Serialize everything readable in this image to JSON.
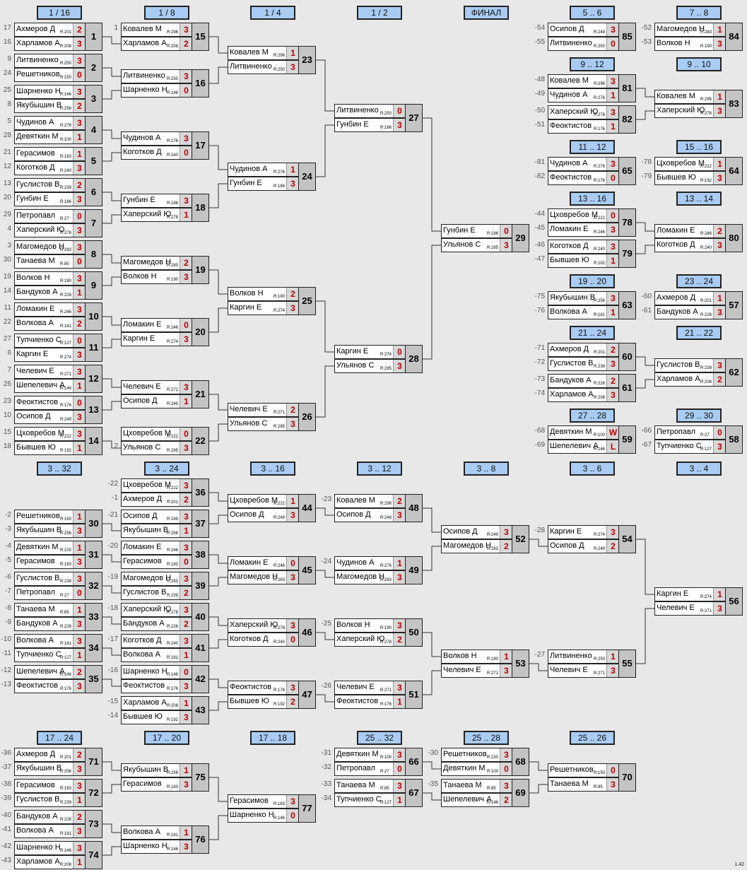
{
  "headers": [
    {
      "label": "1 / 16"
    },
    {
      "label": "1 / 8"
    },
    {
      "label": "1 / 4"
    },
    {
      "label": "1 / 2"
    },
    {
      "label": "ФИНАЛ"
    },
    {
      "label": "5 .. 6"
    },
    {
      "label": "7 .. 8"
    },
    {
      "label": "9 .. 12"
    },
    {
      "label": "9 .. 10"
    },
    {
      "label": "11 .. 12"
    },
    {
      "label": "15 .. 16"
    },
    {
      "label": "13 .. 16"
    },
    {
      "label": "13 .. 14"
    },
    {
      "label": "19 .. 20"
    },
    {
      "label": "23 .. 24"
    },
    {
      "label": "21 .. 24"
    },
    {
      "label": "21 .. 22"
    },
    {
      "label": "27 .. 28"
    },
    {
      "label": "29 .. 30"
    },
    {
      "label": "3 .. 32"
    },
    {
      "label": "3 .. 24"
    },
    {
      "label": "3 .. 16"
    },
    {
      "label": "3 .. 12"
    },
    {
      "label": "3 .. 8"
    },
    {
      "label": "3 .. 6"
    },
    {
      "label": "3 .. 4"
    },
    {
      "label": "17 .. 24"
    },
    {
      "label": "17 .. 20"
    },
    {
      "label": "17 .. 18"
    },
    {
      "label": "25 .. 32"
    },
    {
      "label": "25 .. 28"
    },
    {
      "label": "25 .. 26"
    }
  ],
  "matches": [
    {
      "num": "1",
      "p1": "Ахмеров Д",
      "r1": "R:201",
      "s1": "2",
      "p2": "Харламов А",
      "r2": "R:208",
      "s2": "3",
      "ref1": "17",
      "ref2": "16"
    },
    {
      "num": "2",
      "p1": "Литвиненко",
      "r1": "R:250",
      "s1": "3",
      "p2": "Решетников",
      "r2": "R:150",
      "s2": "0",
      "ref1": "9",
      "ref2": "24"
    },
    {
      "num": "3",
      "p1": "Шарненко Н",
      "r1": "R:146",
      "s1": "3",
      "p2": "Якубышин В",
      "r2": "R:256",
      "s2": "2",
      "ref1": "25",
      "ref2": "8"
    },
    {
      "num": "4",
      "p1": "Чудинов А",
      "r1": "R:276",
      "s1": "3",
      "p2": "Девяткин М",
      "r2": "R:100",
      "s2": "1",
      "ref1": "5",
      "ref2": "28"
    },
    {
      "num": "5",
      "p1": "Герасимов",
      "r1": "R:183",
      "s1": "1",
      "p2": "Коготков Д",
      "r2": "R:240",
      "s2": "3",
      "ref1": "21",
      "ref2": "12"
    },
    {
      "num": "6",
      "p1": "Гуслистов В",
      "r1": "R:239",
      "s1": "2",
      "p2": "Гунбин Е",
      "r2": "R:186",
      "s2": "3",
      "ref1": "13",
      "ref2": "20"
    },
    {
      "num": "7",
      "p1": "Петропавл",
      "r1": "R:27",
      "s1": "0",
      "p2": "Хаперский Ю",
      "r2": "R:278",
      "s2": "3",
      "ref1": "29",
      "ref2": "4"
    },
    {
      "num": "8",
      "p1": "Магомедов Н",
      "r1": "R:283",
      "s1": "3",
      "p2": "Танаева М",
      "r2": "R:85",
      "s2": "0",
      "ref1": "3",
      "ref2": "30"
    },
    {
      "num": "9",
      "p1": "Волков Н",
      "r1": "R:190",
      "s1": "3",
      "p2": "Бандуков А",
      "r2": "R:226",
      "s2": "1",
      "ref1": "19",
      "ref2": "14"
    },
    {
      "num": "10",
      "p1": "Ломакин Е",
      "r1": "R:246",
      "s1": "3",
      "p2": "Волкова А",
      "r2": "R:181",
      "s2": "2",
      "ref1": "11",
      "ref2": "22"
    },
    {
      "num": "11",
      "p1": "Тупчиенко С",
      "r1": "R:127",
      "s1": "0",
      "p2": "Каргин Е",
      "r2": "R:274",
      "s2": "3",
      "ref1": "27",
      "ref2": "6"
    },
    {
      "num": "12",
      "p1": "Челевич Е",
      "r1": "R:271",
      "s1": "3",
      "p2": "Шепелевич А",
      "r2": "R:146",
      "s2": "1",
      "ref1": "7",
      "ref2": "26"
    },
    {
      "num": "13",
      "p1": "Феоктистов",
      "r1": "R:176",
      "s1": "0",
      "p2": "Осипов Д",
      "r2": "R:249",
      "s2": "3",
      "ref1": "23",
      "ref2": "10"
    },
    {
      "num": "14",
      "p1": "Цховребов М",
      "r1": "R:222",
      "s1": "3",
      "p2": "Бывшев Ю",
      "r2": "R:192",
      "s2": "1",
      "ref1": "15",
      "ref2": "18"
    },
    {
      "num": "15",
      "p1": "Ковалев М",
      "r1": "R:296",
      "s1": "3",
      "p2": "Харламов А",
      "r2": "R:208",
      "s2": "2",
      "ref1": "1",
      "ref2": ""
    },
    {
      "num": "16",
      "p1": "Литвиненко",
      "r1": "R:250",
      "s1": "3",
      "p2": "Шарненко Н",
      "r2": "R:146",
      "s2": "0",
      "ref1": "",
      "ref2": ""
    },
    {
      "num": "17",
      "p1": "Чудинов А",
      "r1": "R:276",
      "s1": "3",
      "p2": "Коготков Д",
      "r2": "R:240",
      "s2": "0",
      "ref1": "",
      "ref2": ""
    },
    {
      "num": "18",
      "p1": "Гунбин Е",
      "r1": "R:186",
      "s1": "3",
      "p2": "Хаперский Ю",
      "r2": "R:278",
      "s2": "1",
      "ref1": "",
      "ref2": ""
    },
    {
      "num": "19",
      "p1": "Магомедов Н",
      "r1": "R:283",
      "s1": "2",
      "p2": "Волков Н",
      "r2": "R:190",
      "s2": "3",
      "ref1": "",
      "ref2": ""
    },
    {
      "num": "20",
      "p1": "Ломакин Е",
      "r1": "R:246",
      "s1": "0",
      "p2": "Каргин Е",
      "r2": "R:274",
      "s2": "3",
      "ref1": "",
      "ref2": ""
    },
    {
      "num": "21",
      "p1": "Челевич Е",
      "r1": "R:271",
      "s1": "3",
      "p2": "Осипов Д",
      "r2": "R:249",
      "s2": "1",
      "ref1": "",
      "ref2": ""
    },
    {
      "num": "22",
      "p1": "Цховребов М",
      "r1": "R:222",
      "s1": "0",
      "p2": "Ульянов С",
      "r2": "R:285",
      "s2": "3",
      "ref1": "",
      "ref2": "2"
    },
    {
      "num": "23",
      "p1": "Ковалев М",
      "r1": "R:296",
      "s1": "1",
      "p2": "Литвиненко",
      "r2": "R:250",
      "s2": "3",
      "ref1": "",
      "ref2": ""
    },
    {
      "num": "24",
      "p1": "Чудинов А",
      "r1": "R:276",
      "s1": "1",
      "p2": "Гунбин Е",
      "r2": "R:186",
      "s2": "3",
      "ref1": "",
      "ref2": ""
    },
    {
      "num": "25",
      "p1": "Волков Н",
      "r1": "R:190",
      "s1": "2",
      "p2": "Каргин Е",
      "r2": "R:274",
      "s2": "3",
      "ref1": "",
      "ref2": ""
    },
    {
      "num": "26",
      "p1": "Челевич Е",
      "r1": "R:271",
      "s1": "2",
      "p2": "Ульянов С",
      "r2": "R:285",
      "s2": "3",
      "ref1": "",
      "ref2": ""
    },
    {
      "num": "27",
      "p1": "Литвиненко",
      "r1": "R:250",
      "s1": "0",
      "p2": "Гунбин Е",
      "r2": "R:186",
      "s2": "3",
      "ref1": "",
      "ref2": ""
    },
    {
      "num": "28",
      "p1": "Каргин Е",
      "r1": "R:274",
      "s1": "0",
      "p2": "Ульянов С",
      "r2": "R:285",
      "s2": "3",
      "ref1": "",
      "ref2": ""
    },
    {
      "num": "29",
      "p1": "Гунбин Е",
      "r1": "R:186",
      "s1": "0",
      "p2": "Ульянов С",
      "r2": "R:285",
      "s2": "3",
      "ref1": "",
      "ref2": ""
    },
    {
      "num": "85",
      "p1": "Осипов Д",
      "r1": "R:249",
      "s1": "3",
      "p2": "Литвиненко",
      "r2": "R:250",
      "s2": "0",
      "ref1": "-54",
      "ref2": "-55"
    },
    {
      "num": "84",
      "p1": "Магомедов Н",
      "r1": "R:283",
      "s1": "1",
      "p2": "Волков Н",
      "r2": "R:190",
      "s2": "3",
      "ref1": "-52",
      "ref2": "-53"
    },
    {
      "num": "81",
      "p1": "Ковалев М",
      "r1": "R:296",
      "s1": "3",
      "p2": "Чудинов А",
      "r2": "R:276",
      "s2": "1",
      "ref1": "-48",
      "ref2": "-49"
    },
    {
      "num": "82",
      "p1": "Хаперский Ю",
      "r1": "R:278",
      "s1": "3",
      "p2": "Феоктистов",
      "r2": "R:176",
      "s2": "1",
      "ref1": "-50",
      "ref2": "-51"
    },
    {
      "num": "83",
      "p1": "Ковалев М",
      "r1": "R:296",
      "s1": "1",
      "p2": "Хаперский Ю",
      "r2": "R:278",
      "s2": "3",
      "ref1": "",
      "ref2": ""
    },
    {
      "num": "65",
      "p1": "Чудинов А",
      "r1": "R:276",
      "s1": "3",
      "p2": "Феоктистов",
      "r2": "R:176",
      "s2": "0",
      "ref1": "-81",
      "ref2": "-82"
    },
    {
      "num": "64",
      "p1": "Цховребов М",
      "r1": "R:222",
      "s1": "1",
      "p2": "Бывшев Ю",
      "r2": "R:192",
      "s2": "3",
      "ref1": "-78",
      "ref2": "-79"
    },
    {
      "num": "78",
      "p1": "Цховребов М",
      "r1": "R:222",
      "s1": "0",
      "p2": "Ломакин Е",
      "r2": "R:246",
      "s2": "3",
      "ref1": "-44",
      "ref2": "-45"
    },
    {
      "num": "79",
      "p1": "Коготков Д",
      "r1": "R:240",
      "s1": "3",
      "p2": "Бывшев Ю",
      "r2": "R:192",
      "s2": "1",
      "ref1": "-46",
      "ref2": "-47"
    },
    {
      "num": "80",
      "p1": "Ломакин Е",
      "r1": "R:246",
      "s1": "2",
      "p2": "Коготков Д",
      "r2": "R:240",
      "s2": "3",
      "ref1": "",
      "ref2": ""
    },
    {
      "num": "63",
      "p1": "Якубышин В",
      "r1": "R:256",
      "s1": "3",
      "p2": "Волкова А",
      "r2": "R:181",
      "s2": "1",
      "ref1": "-75",
      "ref2": "-76"
    },
    {
      "num": "57",
      "p1": "Ахмеров Д",
      "r1": "R:201",
      "s1": "1",
      "p2": "Бандуков А",
      "r2": "R:226",
      "s2": "3",
      "ref1": "-60",
      "ref2": "-61"
    },
    {
      "num": "60",
      "p1": "Ахмеров Д",
      "r1": "R:201",
      "s1": "2",
      "p2": "Гуслистов В",
      "r2": "R:239",
      "s2": "3",
      "ref1": "-71",
      "ref2": "-72"
    },
    {
      "num": "61",
      "p1": "Бандуков А",
      "r1": "R:226",
      "s1": "2",
      "p2": "Харламов А",
      "r2": "R:208",
      "s2": "3",
      "ref1": "-73",
      "ref2": "-74"
    },
    {
      "num": "62",
      "p1": "Гуслистов В",
      "r1": "R:239",
      "s1": "3",
      "p2": "Харламов А",
      "r2": "R:208",
      "s2": "2",
      "ref1": "",
      "ref2": ""
    },
    {
      "num": "59",
      "p1": "Девяткин М",
      "r1": "R:100",
      "s1": "W",
      "p2": "Шепелевич А",
      "r2": "R:146",
      "s2": "L",
      "ref1": "-68",
      "ref2": "-69"
    },
    {
      "num": "58",
      "p1": "Петропавл",
      "r1": "R:27",
      "s1": "0",
      "p2": "Тупчиенко С",
      "r2": "R:127",
      "s2": "3",
      "ref1": "-66",
      "ref2": "-67"
    },
    {
      "num": "30",
      "p1": "Решетников",
      "r1": "R:150",
      "s1": "1",
      "p2": "Якубышин В",
      "r2": "R:256",
      "s2": "3",
      "ref1": "-2",
      "ref2": "-3"
    },
    {
      "num": "31",
      "p1": "Девяткин М",
      "r1": "R:100",
      "s1": "1",
      "p2": "Герасимов",
      "r2": "R:183",
      "s2": "3",
      "ref1": "-4",
      "ref2": "-5"
    },
    {
      "num": "32",
      "p1": "Гуслистов В",
      "r1": "R:239",
      "s1": "3",
      "p2": "Петропавл",
      "r2": "R:27",
      "s2": "0",
      "ref1": "-6",
      "ref2": "-7"
    },
    {
      "num": "33",
      "p1": "Танаева М",
      "r1": "R:85",
      "s1": "1",
      "p2": "Бандуков А",
      "r2": "R:226",
      "s2": "3",
      "ref1": "-8",
      "ref2": "-9"
    },
    {
      "num": "34",
      "p1": "Волкова А",
      "r1": "R:181",
      "s1": "3",
      "p2": "Тупчиенко С",
      "r2": "R:127",
      "s2": "1",
      "ref1": "-10",
      "ref2": "-11"
    },
    {
      "num": "35",
      "p1": "Шепелевич А",
      "r1": "R:146",
      "s1": "2",
      "p2": "Феоктистов",
      "r2": "R:176",
      "s2": "3",
      "ref1": "-12",
      "ref2": "-13"
    },
    {
      "num": "36",
      "p1": "Цховребов М",
      "r1": "R:222",
      "s1": "3",
      "p2": "Ахмеров Д",
      "r2": "R:201",
      "s2": "2",
      "ref1": "-22",
      "ref2": "-1"
    },
    {
      "num": "37",
      "p1": "Осипов Д",
      "r1": "R:249",
      "s1": "3",
      "p2": "Якубышин В",
      "r2": "R:256",
      "s2": "1",
      "ref1": "-21",
      "ref2": ""
    },
    {
      "num": "38",
      "p1": "Ломакин Е",
      "r1": "R:246",
      "s1": "3",
      "p2": "Герасимов",
      "r2": "R:183",
      "s2": "0",
      "ref1": "-20",
      "ref2": ""
    },
    {
      "num": "39",
      "p1": "Магомедов Н",
      "r1": "R:283",
      "s1": "3",
      "p2": "Гуслистов В",
      "r2": "R:239",
      "s2": "2",
      "ref1": "-19",
      "ref2": ""
    },
    {
      "num": "40",
      "p1": "Хаперский Ю",
      "r1": "R:278",
      "s1": "3",
      "p2": "Бандуков А",
      "r2": "R:226",
      "s2": "2",
      "ref1": "-18",
      "ref2": ""
    },
    {
      "num": "41",
      "p1": "Коготков Д",
      "r1": "R:240",
      "s1": "3",
      "p2": "Волкова А",
      "r2": "R:181",
      "s2": "1",
      "ref1": "-17",
      "ref2": ""
    },
    {
      "num": "42",
      "p1": "Шарненко Н",
      "r1": "R:146",
      "s1": "0",
      "p2": "Феоктистов",
      "r2": "R:176",
      "s2": "3",
      "ref1": "-16",
      "ref2": ""
    },
    {
      "num": "43",
      "p1": "Харламов А",
      "r1": "R:208",
      "s1": "1",
      "p2": "Бывшев Ю",
      "r2": "R:192",
      "s2": "3",
      "ref1": "-15",
      "ref2": "-14"
    },
    {
      "num": "44",
      "p1": "Цховребов М",
      "r1": "R:222",
      "s1": "1",
      "p2": "Осипов Д",
      "r2": "R:249",
      "s2": "3",
      "ref1": "",
      "ref2": ""
    },
    {
      "num": "45",
      "p1": "Ломакин Е",
      "r1": "R:246",
      "s1": "0",
      "p2": "Магомедов Н",
      "r2": "R:283",
      "s2": "3",
      "ref1": "",
      "ref2": ""
    },
    {
      "num": "46",
      "p1": "Хаперский Ю",
      "r1": "R:278",
      "s1": "3",
      "p2": "Коготков Д",
      "r2": "R:240",
      "s2": "0",
      "ref1": "",
      "ref2": ""
    },
    {
      "num": "47",
      "p1": "Феоктистов",
      "r1": "R:176",
      "s1": "3",
      "p2": "Бывшев Ю",
      "r2": "R:192",
      "s2": "2",
      "ref1": "",
      "ref2": ""
    },
    {
      "num": "48",
      "p1": "Ковалев М",
      "r1": "R:296",
      "s1": "2",
      "p2": "Осипов Д",
      "r2": "R:249",
      "s2": "3",
      "ref1": "-23",
      "ref2": ""
    },
    {
      "num": "49",
      "p1": "Чудинов А",
      "r1": "R:276",
      "s1": "1",
      "p2": "Магомедов Н",
      "r2": "R:283",
      "s2": "3",
      "ref1": "-24",
      "ref2": ""
    },
    {
      "num": "50",
      "p1": "Волков Н",
      "r1": "R:190",
      "s1": "3",
      "p2": "Хаперский Ю",
      "r2": "R:278",
      "s2": "2",
      "ref1": "-25",
      "ref2": ""
    },
    {
      "num": "51",
      "p1": "Челевич Е",
      "r1": "R:271",
      "s1": "3",
      "p2": "Феоктистов",
      "r2": "R:176",
      "s2": "1",
      "ref1": "-26",
      "ref2": ""
    },
    {
      "num": "52",
      "p1": "Осипов Д",
      "r1": "R:249",
      "s1": "3",
      "p2": "Магомедов Н",
      "r2": "R:283",
      "s2": "2",
      "ref1": "",
      "ref2": ""
    },
    {
      "num": "53",
      "p1": "Волков Н",
      "r1": "R:190",
      "s1": "1",
      "p2": "Челевич Е",
      "r2": "R:271",
      "s2": "3",
      "ref1": "",
      "ref2": ""
    },
    {
      "num": "54",
      "p1": "Каргин Е",
      "r1": "R:274",
      "s1": "3",
      "p2": "Осипов Д",
      "r2": "R:249",
      "s2": "2",
      "ref1": "-28",
      "ref2": ""
    },
    {
      "num": "55",
      "p1": "Литвиненко",
      "r1": "R:250",
      "s1": "1",
      "p2": "Челевич Е",
      "r2": "R:271",
      "s2": "3",
      "ref1": "-27",
      "ref2": ""
    },
    {
      "num": "56",
      "p1": "Каргин Е",
      "r1": "R:274",
      "s1": "1",
      "p2": "Челевич Е",
      "r2": "R:271",
      "s2": "3",
      "ref1": "",
      "ref2": ""
    },
    {
      "num": "71",
      "p1": "Ахмеров Д",
      "r1": "R:201",
      "s1": "2",
      "p2": "Якубышин В",
      "r2": "R:256",
      "s2": "3",
      "ref1": "-36",
      "ref2": "-37"
    },
    {
      "num": "72",
      "p1": "Герасимов",
      "r1": "R:183",
      "s1": "3",
      "p2": "Гуслистов В",
      "r2": "R:239",
      "s2": "1",
      "ref1": "-38",
      "ref2": "-39"
    },
    {
      "num": "73",
      "p1": "Бандуков А",
      "r1": "R:226",
      "s1": "2",
      "p2": "Волкова А",
      "r2": "R:181",
      "s2": "3",
      "ref1": "-40",
      "ref2": "-41"
    },
    {
      "num": "74",
      "p1": "Шарненко Н",
      "r1": "R:146",
      "s1": "3",
      "p2": "Харламов А",
      "r2": "R:208",
      "s2": "1",
      "ref1": "-42",
      "ref2": "-43"
    },
    {
      "num": "75",
      "p1": "Якубышин В",
      "r1": "R:256",
      "s1": "1",
      "p2": "Герасимов",
      "r2": "R:183",
      "s2": "3",
      "ref1": "",
      "ref2": ""
    },
    {
      "num": "76",
      "p1": "Волкова А",
      "r1": "R:181",
      "s1": "1",
      "p2": "Шарненко Н",
      "r2": "R:146",
      "s2": "3",
      "ref1": "",
      "ref2": ""
    },
    {
      "num": "77",
      "p1": "Герасимов",
      "r1": "R:183",
      "s1": "3",
      "p2": "Шарненко Н",
      "r2": "R:146",
      "s2": "0",
      "ref1": "",
      "ref2": ""
    },
    {
      "num": "66",
      "p1": "Девяткин М",
      "r1": "R:100",
      "s1": "3",
      "p2": "Петропавл",
      "r2": "R:27",
      "s2": "0",
      "ref1": "-31",
      "ref2": "-32"
    },
    {
      "num": "67",
      "p1": "Танаева М",
      "r1": "R:85",
      "s1": "3",
      "p2": "Тупчиенко С",
      "r2": "R:127",
      "s2": "1",
      "ref1": "-33",
      "ref2": "-34"
    },
    {
      "num": "68",
      "p1": "Решетников",
      "r1": "R:150",
      "s1": "3",
      "p2": "Девяткин М",
      "r2": "R:100",
      "s2": "0",
      "ref1": "-30",
      "ref2": ""
    },
    {
      "num": "69",
      "p1": "Танаева М",
      "r1": "R:85",
      "s1": "3",
      "p2": "Шепелевич А",
      "r2": "R:146",
      "s2": "2",
      "ref1": "-35",
      "ref2": ""
    },
    {
      "num": "70",
      "p1": "Решетников",
      "r1": "R:150",
      "s1": "0",
      "p2": "Танаева М",
      "r2": "R:85",
      "s2": "3",
      "ref1": "",
      "ref2": ""
    }
  ],
  "version": "1.42"
}
